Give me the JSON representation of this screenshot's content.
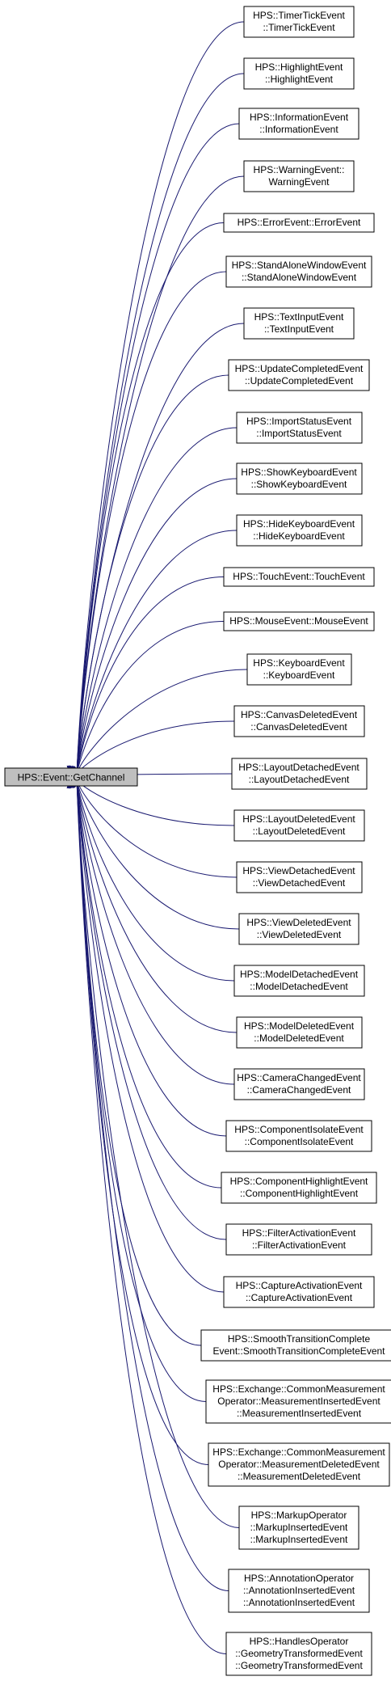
{
  "root": {
    "label": "HPS::Event::GetChannel"
  },
  "nodes": [
    {
      "lines": [
        "HPS::TimerTickEvent",
        "::TimerTickEvent"
      ]
    },
    {
      "lines": [
        "HPS::HighlightEvent",
        "::HighlightEvent"
      ]
    },
    {
      "lines": [
        "HPS::InformationEvent",
        "::InformationEvent"
      ]
    },
    {
      "lines": [
        "HPS::WarningEvent::",
        "WarningEvent"
      ]
    },
    {
      "lines": [
        "HPS::ErrorEvent::ErrorEvent"
      ]
    },
    {
      "lines": [
        "HPS::StandAloneWindowEvent",
        "::StandAloneWindowEvent"
      ]
    },
    {
      "lines": [
        "HPS::TextInputEvent",
        "::TextInputEvent"
      ]
    },
    {
      "lines": [
        "HPS::UpdateCompletedEvent",
        "::UpdateCompletedEvent"
      ]
    },
    {
      "lines": [
        "HPS::ImportStatusEvent",
        "::ImportStatusEvent"
      ]
    },
    {
      "lines": [
        "HPS::ShowKeyboardEvent",
        "::ShowKeyboardEvent"
      ]
    },
    {
      "lines": [
        "HPS::HideKeyboardEvent",
        "::HideKeyboardEvent"
      ]
    },
    {
      "lines": [
        "HPS::TouchEvent::TouchEvent"
      ]
    },
    {
      "lines": [
        "HPS::MouseEvent::MouseEvent"
      ]
    },
    {
      "lines": [
        "HPS::KeyboardEvent",
        "::KeyboardEvent"
      ]
    },
    {
      "lines": [
        "HPS::CanvasDeletedEvent",
        "::CanvasDeletedEvent"
      ]
    },
    {
      "lines": [
        "HPS::LayoutDetachedEvent",
        "::LayoutDetachedEvent"
      ]
    },
    {
      "lines": [
        "HPS::LayoutDeletedEvent",
        "::LayoutDeletedEvent"
      ]
    },
    {
      "lines": [
        "HPS::ViewDetachedEvent",
        "::ViewDetachedEvent"
      ]
    },
    {
      "lines": [
        "HPS::ViewDeletedEvent",
        "::ViewDeletedEvent"
      ]
    },
    {
      "lines": [
        "HPS::ModelDetachedEvent",
        "::ModelDetachedEvent"
      ]
    },
    {
      "lines": [
        "HPS::ModelDeletedEvent",
        "::ModelDeletedEvent"
      ]
    },
    {
      "lines": [
        "HPS::CameraChangedEvent",
        "::CameraChangedEvent"
      ]
    },
    {
      "lines": [
        "HPS::ComponentIsolateEvent",
        "::ComponentIsolateEvent"
      ]
    },
    {
      "lines": [
        "HPS::ComponentHighlightEvent",
        "::ComponentHighlightEvent"
      ]
    },
    {
      "lines": [
        "HPS::FilterActivationEvent",
        "::FilterActivationEvent"
      ]
    },
    {
      "lines": [
        "HPS::CaptureActivationEvent",
        "::CaptureActivationEvent"
      ]
    },
    {
      "lines": [
        "HPS::SmoothTransitionComplete",
        "Event::SmoothTransitionCompleteEvent"
      ]
    },
    {
      "lines": [
        "HPS::Exchange::CommonMeasurement",
        "Operator::MeasurementInsertedEvent",
        "::MeasurementInsertedEvent"
      ]
    },
    {
      "lines": [
        "HPS::Exchange::CommonMeasurement",
        "Operator::MeasurementDeletedEvent",
        "::MeasurementDeletedEvent"
      ]
    },
    {
      "lines": [
        "HPS::MarkupOperator",
        "::MarkupInsertedEvent",
        "::MarkupInsertedEvent"
      ]
    },
    {
      "lines": [
        "HPS::AnnotationOperator",
        "::AnnotationInsertedEvent",
        "::AnnotationInsertedEvent"
      ]
    },
    {
      "lines": [
        "HPS::HandlesOperator",
        "::GeometryTransformedEvent",
        "::GeometryTransformedEvent"
      ]
    }
  ],
  "colors": {
    "edge": "#191970",
    "root_fill": "#bfbfbf",
    "node_fill": "#ffffff",
    "border": "#000000"
  }
}
